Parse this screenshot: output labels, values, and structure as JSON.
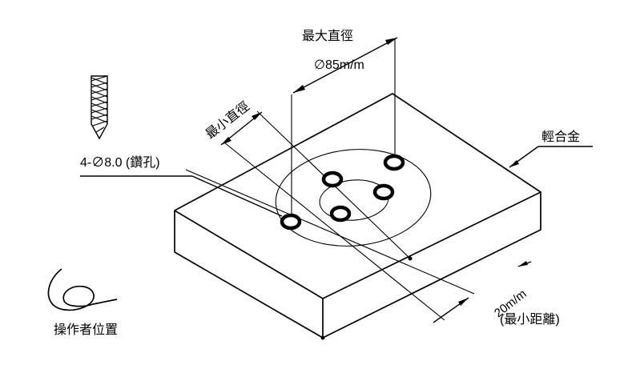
{
  "labels": {
    "max_diameter_title": "最大直徑",
    "max_diameter_value": "∅85m/m",
    "min_diameter": "最小直徑",
    "drill_holes": "4-∅8.0 (鑽孔)",
    "material": "輕合金",
    "operator_position": "操作者位置",
    "min_distance_value": "20m/m",
    "min_distance_title": "(最小距離)"
  },
  "icons": {
    "drill_bit": "drill-bit-icon",
    "operator_cable": "operator-cable-icon"
  },
  "colors": {
    "line": "#000000",
    "background": "#ffffff"
  }
}
